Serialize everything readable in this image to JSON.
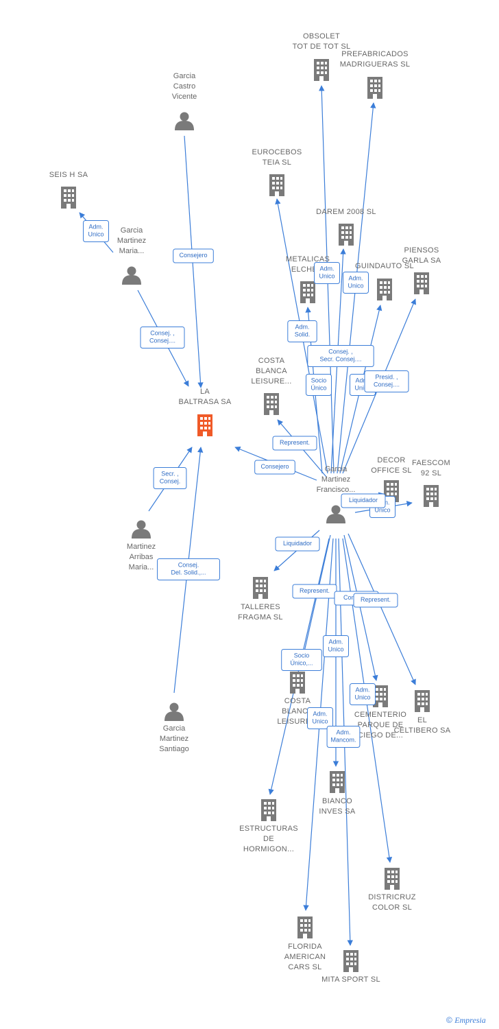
{
  "colors": {
    "edge": "#3b7dd8",
    "company": "#7a7a7a",
    "person": "#7a7a7a",
    "focus": "#f05a28",
    "label": "#666666"
  },
  "nodes": [
    {
      "id": "baltrasa",
      "type": "company",
      "focus": true,
      "label": [
        "LA",
        "BALTRASA SA"
      ]
    },
    {
      "id": "obsolet",
      "type": "company",
      "label": [
        "OBSOLET",
        "TOT DE TOT SL"
      ]
    },
    {
      "id": "prefabricados",
      "type": "company",
      "label": [
        "PREFABRICADOS",
        "MADRIGUERAS SL"
      ]
    },
    {
      "id": "eurocebos",
      "type": "company",
      "label": [
        "EUROCEBOS",
        "TEIA SL"
      ]
    },
    {
      "id": "seish",
      "type": "company",
      "label": [
        "SEIS H SA"
      ]
    },
    {
      "id": "darem",
      "type": "company",
      "label": [
        "DAREM 2008 SL"
      ]
    },
    {
      "id": "metalicas",
      "type": "company",
      "label": [
        "METALICAS",
        "ELCHE..."
      ]
    },
    {
      "id": "guindauto",
      "type": "company",
      "label": [
        "GUINDAUTO SL"
      ]
    },
    {
      "id": "piensos",
      "type": "company",
      "label": [
        "PIENSOS",
        "GARLA SA"
      ]
    },
    {
      "id": "costa1",
      "type": "company",
      "label": [
        "COSTA",
        "BLANCA",
        "LEISURE..."
      ]
    },
    {
      "id": "decor",
      "type": "company",
      "label": [
        "DECOR",
        "OFFICE SL"
      ]
    },
    {
      "id": "faescom",
      "type": "company",
      "label": [
        "FAESCOM",
        "92 SL"
      ]
    },
    {
      "id": "talleres",
      "type": "company",
      "label": [
        "TALLERES",
        "FRAGMA SL"
      ]
    },
    {
      "id": "costa2",
      "type": "company",
      "label": [
        "COSTA",
        "BLANCA",
        "LEISURE..."
      ]
    },
    {
      "id": "cementerio",
      "type": "company",
      "label": [
        "CEMENTERIO",
        "PARQUE DE",
        "CIEGO DE..."
      ]
    },
    {
      "id": "celtibero",
      "type": "company",
      "label": [
        "EL",
        "CELTIBERO SA"
      ]
    },
    {
      "id": "bianco",
      "type": "company",
      "label": [
        "BIANCO",
        "INVES SA"
      ]
    },
    {
      "id": "estructuras",
      "type": "company",
      "label": [
        "ESTRUCTURAS",
        "DE",
        "HORMIGON..."
      ]
    },
    {
      "id": "districruz",
      "type": "company",
      "label": [
        "DISTRICRUZ",
        "COLOR SL"
      ]
    },
    {
      "id": "florida",
      "type": "company",
      "label": [
        "FLORIDA",
        "AMERICAN",
        "CARS SL"
      ]
    },
    {
      "id": "mita",
      "type": "company",
      "label": [
        "MITA SPORT SL"
      ]
    },
    {
      "id": "garciacastro",
      "type": "person",
      "label": [
        "Garcia",
        "Castro",
        "Vicente"
      ]
    },
    {
      "id": "garciamaria",
      "type": "person",
      "label": [
        "Garcia",
        "Martinez",
        "Maria..."
      ]
    },
    {
      "id": "martinezarribas",
      "type": "person",
      "label": [
        "Martinez",
        "Arribas",
        "Maria..."
      ]
    },
    {
      "id": "garciasantiago",
      "type": "person",
      "label": [
        "Garcia",
        "Martinez",
        "Santiago"
      ]
    },
    {
      "id": "garciafrancisco",
      "type": "person",
      "label": [
        "Garcia",
        "Martinez",
        "Francisco..."
      ]
    }
  ],
  "edges": [
    {
      "id": "e1",
      "from": "garciacastro",
      "to": "baltrasa",
      "tag": [
        "Consejero"
      ]
    },
    {
      "id": "e2",
      "from": "garciamaria",
      "to": "seish",
      "tag": [
        "Adm.",
        "Unico"
      ]
    },
    {
      "id": "e3",
      "from": "garciamaria",
      "to": "baltrasa",
      "tag": [
        "Consej. ,",
        "Consej...."
      ]
    },
    {
      "id": "e4",
      "from": "martinezarribas",
      "to": "baltrasa",
      "tag": [
        "Secr. ,",
        "Consej."
      ]
    },
    {
      "id": "e5",
      "from": "garciasantiago",
      "to": "baltrasa",
      "tag": [
        "Consej.",
        "Del. Solid.,..."
      ]
    },
    {
      "id": "e6",
      "from": "garciafrancisco",
      "to": "baltrasa",
      "tag": [
        "Consejero"
      ]
    },
    {
      "id": "e7",
      "from": "garciafrancisco",
      "to": "costa1",
      "tag": [
        "Represent."
      ]
    },
    {
      "id": "e8",
      "from": "garciafrancisco",
      "to": "obsolet",
      "tag": [
        "Adm.",
        "Unico"
      ]
    },
    {
      "id": "e9",
      "from": "garciafrancisco",
      "to": "prefabricados",
      "tag": [
        "Adm.",
        "Unico"
      ]
    },
    {
      "id": "e10",
      "from": "garciafrancisco",
      "to": "eurocebos",
      "tag": [
        "Adm.",
        "Solid."
      ]
    },
    {
      "id": "e11",
      "from": "garciafrancisco",
      "to": "darem",
      "tag": [
        "Consej. ,",
        "Secr. Consej...."
      ]
    },
    {
      "id": "e12",
      "from": "garciafrancisco",
      "to": "metalicas",
      "tag": [
        "Socio",
        "Único"
      ]
    },
    {
      "id": "e13",
      "from": "garciafrancisco",
      "to": "guindauto",
      "tag": [
        "Adm.",
        "Unico"
      ]
    },
    {
      "id": "e14",
      "from": "garciafrancisco",
      "to": "piensos",
      "tag": [
        "Presid. ,",
        "Consej...."
      ]
    },
    {
      "id": "e15",
      "from": "garciafrancisco",
      "to": "decor",
      "tag": [
        "Adm.",
        "Unico"
      ]
    },
    {
      "id": "e16",
      "from": "garciafrancisco",
      "to": "faescom",
      "tag": [
        "Liquidador"
      ]
    },
    {
      "id": "e17",
      "from": "garciafrancisco",
      "to": "talleres",
      "tag": [
        "Liquidador"
      ]
    },
    {
      "id": "e18",
      "from": "garciafrancisco",
      "to": "costa2",
      "tag": [
        "Represent."
      ]
    },
    {
      "id": "e19",
      "from": "garciafrancisco",
      "to": "cementerio",
      "tag": [
        "Consej...."
      ]
    },
    {
      "id": "e20",
      "from": "garciafrancisco",
      "to": "celtibero",
      "tag": [
        "Represent."
      ]
    },
    {
      "id": "e21",
      "from": "garciafrancisco",
      "to": "bianco",
      "tag": [
        "Adm.",
        "Unico"
      ]
    },
    {
      "id": "e22",
      "from": "garciafrancisco",
      "to": "estructuras",
      "tag": [
        "Socio",
        "Único,..."
      ]
    },
    {
      "id": "e23",
      "from": "garciafrancisco",
      "to": "districruz",
      "tag": [
        "Adm.",
        "Unico"
      ]
    },
    {
      "id": "e24",
      "from": "garciafrancisco",
      "to": "florida",
      "tag": [
        "Adm.",
        "Unico"
      ]
    },
    {
      "id": "e25",
      "from": "garciafrancisco",
      "to": "mita",
      "tag": [
        "Adm.",
        "Mancom."
      ]
    }
  ],
  "copyright": {
    "symbol": "©",
    "brand": "Empresia"
  }
}
